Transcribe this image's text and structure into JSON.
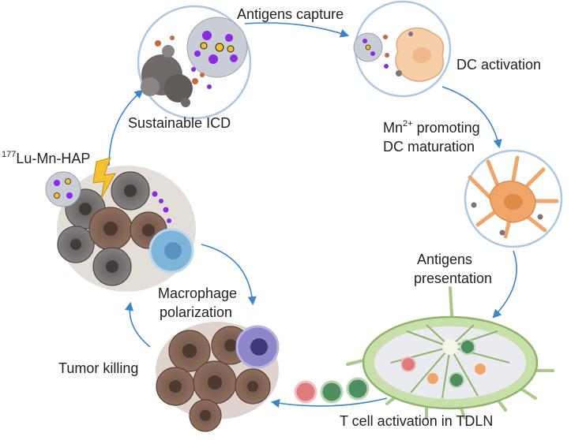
{
  "labels": {
    "antigens_capture": "Antigens capture",
    "dc_activation": "DC activation",
    "mn_prefix": "Mn",
    "mn_sup": "2+",
    "mn_suffix": " promoting",
    "dc_maturation": "DC maturation",
    "antigens": "Antigens",
    "presentation": "presentation",
    "t_cell_activation": "T cell activation in TDLN",
    "tumor_killing": "Tumor killing",
    "macrophage": "Macrophage",
    "polarization": "polarization",
    "sustainable_icd": "Sustainable ICD",
    "lu_sup": "177",
    "lu_rest": "Lu-Mn-HAP"
  },
  "colors": {
    "arrow": "#3a86c8",
    "circle_border": "#a9c8e3",
    "tumor_brown": "#8b6a59",
    "tumor_gray": "#7b7775",
    "dc_orange": "#f0a56a",
    "dc_light": "#f6cfa8",
    "macrophage_blue": "#7db4d8",
    "macrophage_purple": "#8d86c8",
    "node_green": "#a9c98a",
    "tcell_red": "#e07b7b",
    "tcell_green": "#4f8f5f",
    "nanoparticle_purple": "#8a2be2"
  }
}
